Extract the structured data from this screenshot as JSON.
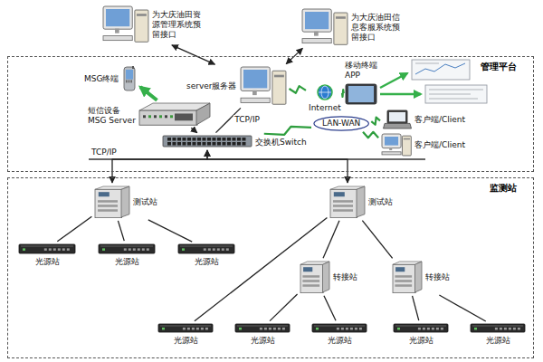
{
  "diagram": {
    "nodes": [
      {
        "text": [
          "为大庆油田资源管理系统预留接口"
        ]
      },
      {
        "text": [
          "为大庆油田信息客服系统预留接口"
        ]
      },
      {
        "text": [
          "管理平台"
        ]
      },
      {
        "text": [
          "server服务器"
        ],
        "in": 2
      },
      {
        "text": [
          "MSG终端"
        ],
        "in": 2
      },
      {
        "text": [
          "短信设备",
          "MSG Server"
        ],
        "in": 2
      },
      {
        "text": [
          "移动终端APP"
        ],
        "in": 2
      },
      {
        "text": [
          "Internet"
        ],
        "in": 2
      },
      {
        "text": [
          "交换机Switch"
        ],
        "in": 2
      },
      {
        "text": [
          "LAN-WAN"
        ],
        "in": 2
      },
      {
        "text": [
          "客户端/Client"
        ],
        "in": 2
      },
      {
        "text": [
          "客户端/Client"
        ],
        "in": 2
      },
      {
        "text": [
          "监测站"
        ]
      },
      {
        "text": [
          "测试站"
        ],
        "in": 12
      },
      {
        "text": [
          "测试站"
        ],
        "in": 12
      },
      {
        "text": [
          "光源站"
        ],
        "in": 12
      },
      {
        "text": [
          "光源站"
        ],
        "in": 12
      },
      {
        "text": [
          "光源站"
        ],
        "in": 12
      },
      {
        "text": [
          "转接站"
        ],
        "in": 12
      },
      {
        "text": [
          "转接站"
        ],
        "in": 12
      },
      {
        "text": [
          "光源站"
        ],
        "in": 12
      },
      {
        "text": [
          "光源站"
        ],
        "in": 12
      },
      {
        "text": [
          "光源站"
        ],
        "in": 12
      },
      {
        "text": [
          "光源站"
        ],
        "in": 12
      },
      {
        "text": [
          "光源站"
        ],
        "in": 12
      }
    ],
    "edges": [
      {
        "from": 0,
        "to": 3,
        "arrow": "both"
      },
      {
        "from": 1,
        "to": 3,
        "arrow": "both"
      },
      {
        "from": 3,
        "to": 8,
        "label": "TCP/IP",
        "arrow": "none"
      },
      {
        "from": 5,
        "to": 8,
        "arrow": "to"
      },
      {
        "from": 5,
        "to": 4,
        "arrow": "to"
      },
      {
        "from": 3,
        "to": 7,
        "arrow": "none"
      },
      {
        "from": 7,
        "to": 6,
        "arrow": "none"
      },
      {
        "from": 8,
        "to": 9,
        "arrow": "none"
      },
      {
        "from": 9,
        "to": 10,
        "arrow": "none"
      },
      {
        "from": 9,
        "to": 11,
        "arrow": "none"
      },
      {
        "from": 8,
        "to": 13,
        "arrow": "both"
      },
      {
        "from": 8,
        "to": 14,
        "arrow": "both"
      },
      {
        "from": 13,
        "to": 15,
        "arrow": "none"
      },
      {
        "from": 13,
        "to": 16,
        "arrow": "none"
      },
      {
        "from": 13,
        "to": 17,
        "arrow": "none"
      },
      {
        "from": 14,
        "to": 20,
        "arrow": "none"
      },
      {
        "from": 14,
        "to": 18,
        "arrow": "none"
      },
      {
        "from": 14,
        "to": 19,
        "arrow": "none"
      },
      {
        "from": 18,
        "to": 21,
        "arrow": "none"
      },
      {
        "from": 18,
        "to": 22,
        "arrow": "none"
      },
      {
        "from": 19,
        "to": 23,
        "arrow": "none"
      },
      {
        "from": 19,
        "to": 24,
        "arrow": "none"
      }
    ],
    "labels": [
      "TCP/IP"
    ]
  }
}
